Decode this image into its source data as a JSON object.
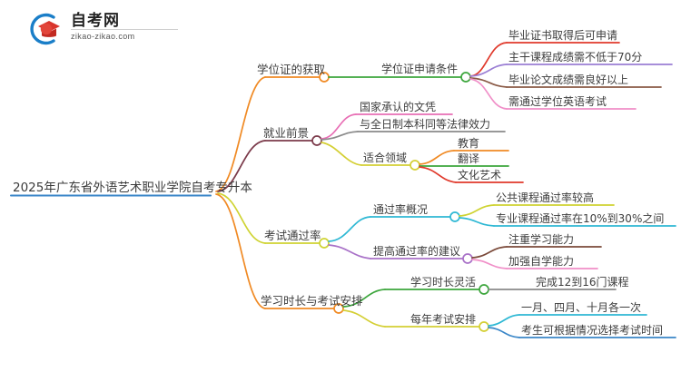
{
  "logo": {
    "name_cn": "自考网",
    "url": "zikao-zikao.com",
    "mark_arc_color": "#1a7ec8",
    "mark_cap_color": "#d9352c"
  },
  "mindmap": {
    "root": {
      "label": "2025年广东省外语艺术职业学院自考专升本",
      "color": "#3a86c8"
    },
    "branches": [
      {
        "label": "学位证的获取",
        "color": "#f08a24",
        "children": [
          {
            "label": "学位证申请条件",
            "color": "#3da63d",
            "children": [
              {
                "label": "毕业证书取得后可申请",
                "color": "#e0392b"
              },
              {
                "label": "主干课程成绩需不低于70分",
                "color": "#9b7fd4"
              },
              {
                "label": "毕业论文成绩需良好以上",
                "color": "#8a5a46"
              },
              {
                "label": "需通过学位英语考试",
                "color": "#f08fc8"
              }
            ]
          }
        ]
      },
      {
        "label": "就业前景",
        "color": "#7b3a4a",
        "children": [
          {
            "label": "国家承认的文凭",
            "color": "#e86fb5"
          },
          {
            "label": "与全日制本科同等法律效力",
            "color": "#8a8a8a"
          },
          {
            "label": "适合领域",
            "color": "#d4cf34",
            "children": [
              {
                "label": "教育",
                "color": "#f08a24"
              },
              {
                "label": "翻译",
                "color": "#3da63d"
              },
              {
                "label": "文化艺术",
                "color": "#e0392b"
              }
            ]
          }
        ]
      },
      {
        "label": "考试通过率",
        "color": "#cfd332",
        "children": [
          {
            "label": "通过率概况",
            "color": "#2eb8d4",
            "children": [
              {
                "label": "公共课程通过率较高",
                "color": "#cfd332"
              },
              {
                "label": "专业课程通过率在10%到30%之间",
                "color": "#2eb8d4"
              }
            ]
          },
          {
            "label": "提高通过率的建议",
            "color": "#a972c8",
            "children": [
              {
                "label": "注重学习能力",
                "color": "#7b4a3a"
              },
              {
                "label": "加强自学能力",
                "color": "#f08fc8"
              }
            ]
          }
        ]
      },
      {
        "label": "学习时长与考试安排",
        "color": "#f08a24",
        "children": [
          {
            "label": "学习时长灵活",
            "color": "#3da63d",
            "children": [
              {
                "label": "完成12到16门课程",
                "color": "#8a8a8a"
              }
            ]
          },
          {
            "label": "每年考试安排",
            "color": "#d4cf34",
            "children": [
              {
                "label": "一月、四月、十月各一次",
                "color": "#2eb8d4"
              },
              {
                "label": "考生可根据情况选择考试时间",
                "color": "#3a86c8"
              }
            ]
          }
        ]
      }
    ]
  }
}
